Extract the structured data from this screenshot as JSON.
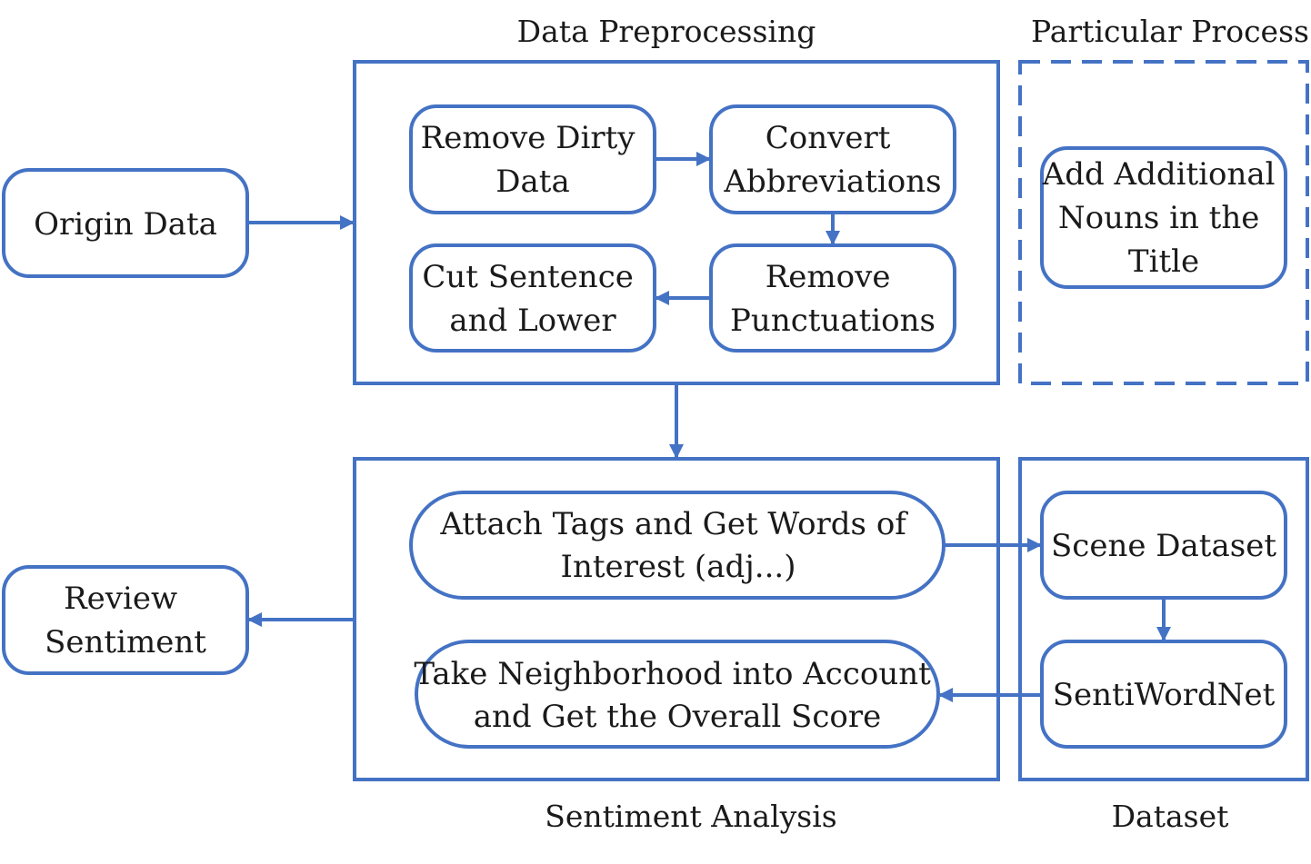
{
  "colors": {
    "accent": "#4472C4",
    "text": "#1a1a1a",
    "background": "#ffffff"
  },
  "groups": {
    "data_preprocessing": "Data Preprocessing",
    "particular_process": "Particular Process",
    "sentiment_analysis": "Sentiment Analysis",
    "dataset": "Dataset"
  },
  "nodes": {
    "origin_data": [
      "Origin Data"
    ],
    "remove_dirty_data": [
      "Remove Dirty",
      "Data"
    ],
    "convert_abbreviations": [
      "Convert",
      "Abbreviations"
    ],
    "cut_sentence_lower": [
      "Cut Sentence",
      "and Lower"
    ],
    "remove_punctuations": [
      "Remove",
      "Punctuations"
    ],
    "add_additional_nouns": [
      "Add Additional",
      "Nouns in the",
      "Title"
    ],
    "attach_tags": [
      "Attach Tags and Get Words of",
      "Interest (adj...)"
    ],
    "take_neighborhood": [
      "Take Neighborhood into Account",
      "and Get the Overall Score"
    ],
    "scene_dataset": [
      "Scene Dataset"
    ],
    "sentiwordnet": [
      "SentiWordNet"
    ],
    "review_sentiment": [
      "Review",
      "Sentiment"
    ]
  },
  "edges": [
    {
      "from": "origin_data",
      "to": "data_preprocessing"
    },
    {
      "from": "remove_dirty_data",
      "to": "convert_abbreviations"
    },
    {
      "from": "convert_abbreviations",
      "to": "remove_punctuations"
    },
    {
      "from": "remove_punctuations",
      "to": "cut_sentence_lower"
    },
    {
      "from": "data_preprocessing",
      "to": "sentiment_analysis"
    },
    {
      "from": "attach_tags",
      "to": "scene_dataset"
    },
    {
      "from": "scene_dataset",
      "to": "sentiwordnet"
    },
    {
      "from": "sentiwordnet",
      "to": "take_neighborhood"
    },
    {
      "from": "sentiment_analysis",
      "to": "review_sentiment"
    }
  ]
}
